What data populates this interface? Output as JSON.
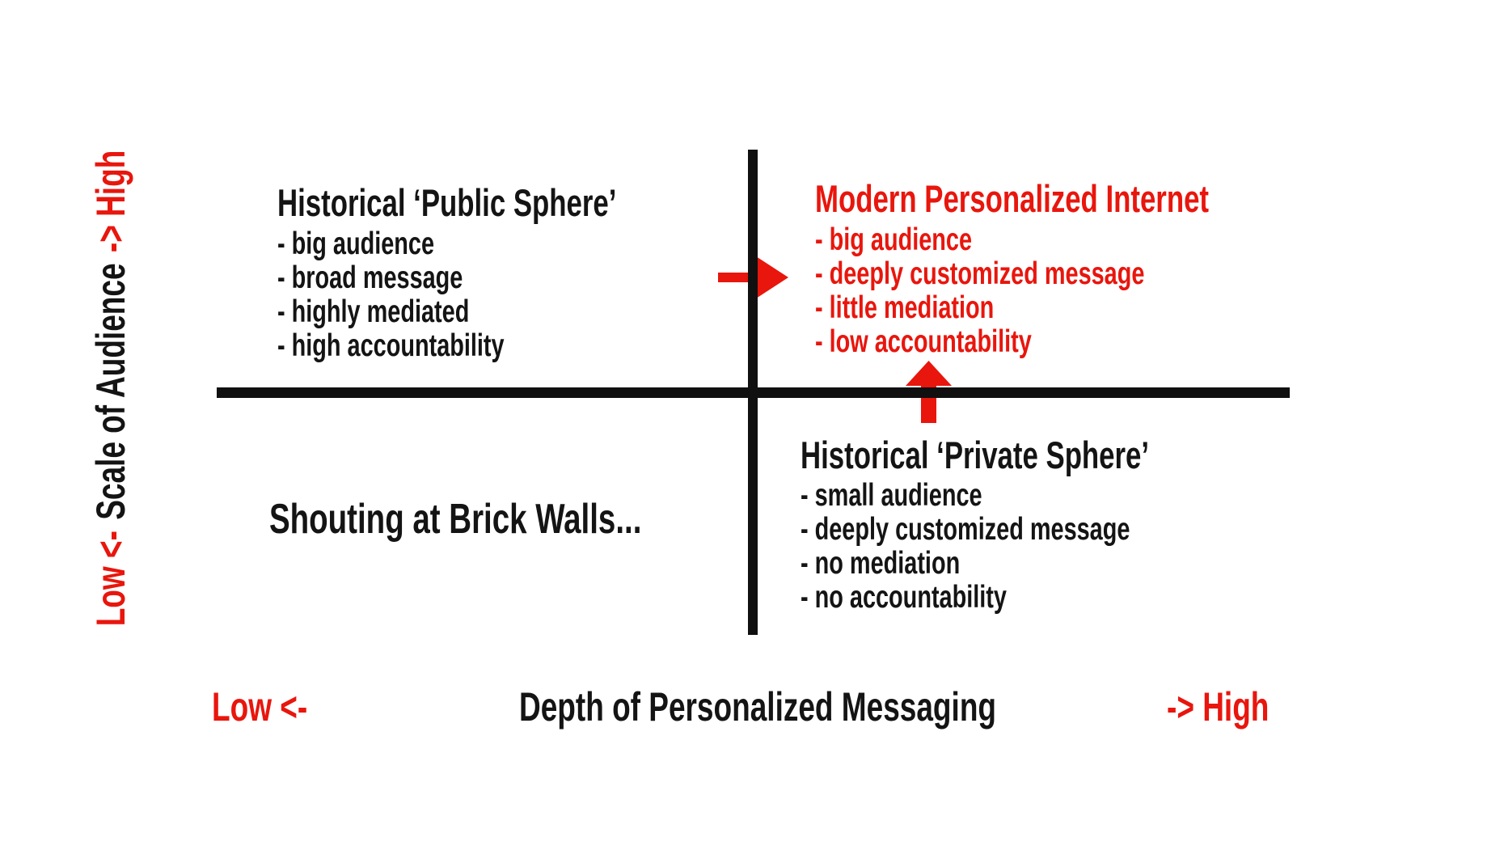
{
  "colors": {
    "red": "#e8160d",
    "black": "#141414",
    "axis_line": "#101010",
    "background": "#ffffff"
  },
  "y_axis": {
    "low_label": "Low <-",
    "name": "Scale of Audience",
    "high_label": "-> High"
  },
  "x_axis": {
    "low_label": "Low <-",
    "name": "Depth of Personalized Messaging",
    "high_label": "-> High"
  },
  "quadrants": {
    "top_left": {
      "title": "Historical ‘Public Sphere’",
      "bullets": [
        "- big audience",
        "- broad message",
        "- highly mediated",
        "- high accountability"
      ]
    },
    "top_right": {
      "title": "Modern Personalized Internet",
      "bullets": [
        "- big audience",
        "- deeply customized message",
        "- little mediation",
        "- low accountability"
      ]
    },
    "bottom_left": {
      "caption": "Shouting at Brick Walls..."
    },
    "bottom_right": {
      "title": "Historical ‘Private Sphere’",
      "bullets": [
        "- small audience",
        "- deeply customized message",
        "- no mediation",
        "- no accountability"
      ]
    }
  },
  "arrows": {
    "right_arrow": "red-right-arrow",
    "up_arrow": "red-up-arrow"
  }
}
